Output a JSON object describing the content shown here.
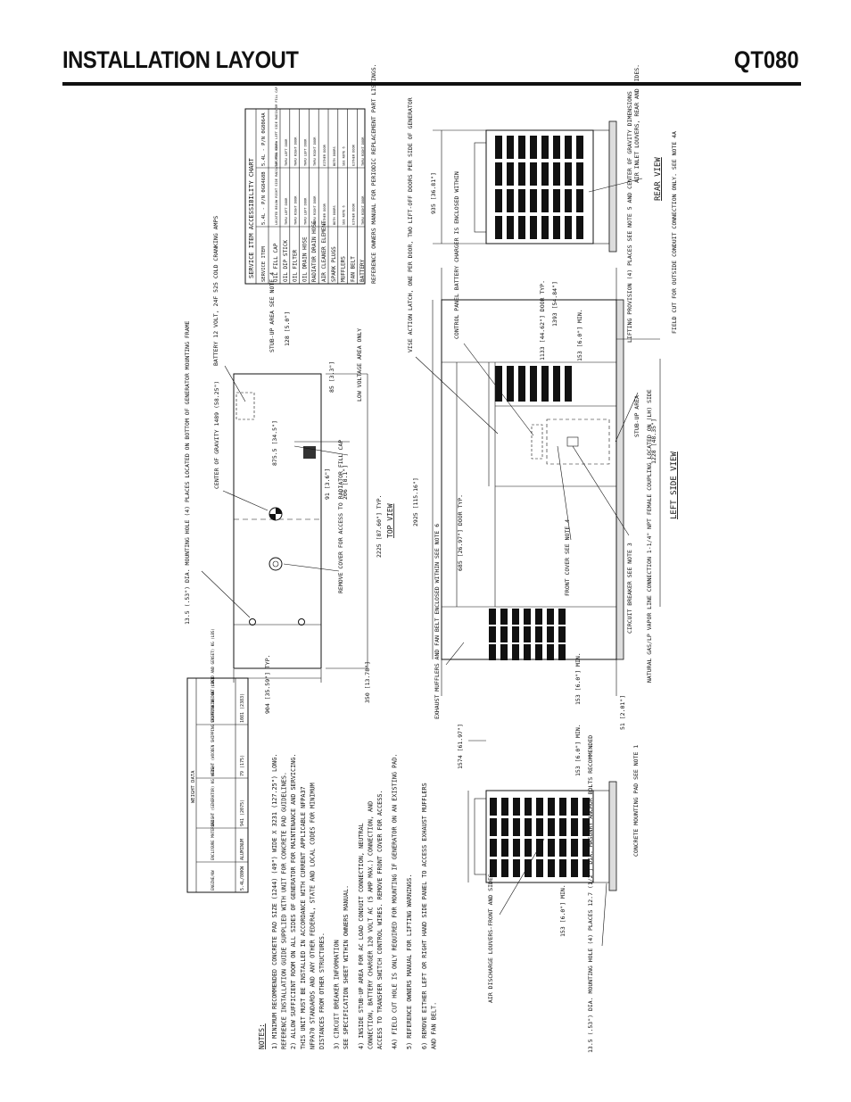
{
  "header": {
    "title": "INSTALLATION LAYOUT",
    "model": "QT080"
  },
  "notes": {
    "heading": "NOTES:",
    "lines": [
      "1)  MINIMUM RECOMMENDED CONCRETE PAD SIZE (1244) (49\") WIDE X 3231 (127.25\") LONG.",
      "     REFERENCE INSTALLATION GUIDE SUPPLIED WITH UNIT FOR CONCRETE PAD GUIDELINES.",
      "2)  ALLOW SUFFICIENT ROOM ON ALL SIDES OF GENERATOR FOR MAINTENANCE AND SERVICING.",
      "     THIS UNIT MUST BE INSTALLED IN ACCORDANCE WITH CURRENT APPLICABLE NFPA37",
      "     NFPA70 STANDARDS AND ANY OTHER FEDERAL, STATE AND LOCAL CODES FOR MINIMUM",
      "     DISTANCES FROM OTHER STRUCTURES.",
      "3)  CIRCUIT BREAKER INFORMATION",
      "     SEE SPECIFICATION SHEET WITHIN OWNERS MANUAL.",
      "4)  INSIDE STUB-UP AREA FOR AC LOAD CONDUIT CONNECTION, NEUTRAL",
      "     CONNECTION, BATTERY CHARGER 120 VOLT AC (5 AMP MAX.) CONNECTION, AND",
      "     ACCESS TO TRANSFER SWITCH CONTROL WIRES. REMOVE FRONT COVER FOR ACCESS.",
      "4A) FIELD CUT HOLE IS ONLY REQUIRED FOR MOUNTING IF GENERATOR ON AN EXISTING PAD.",
      "5)  REFERENCE OWNERS MANUAL FOR LIFTING WARNINGS.",
      "6)  REMOVE EITHER LEFT OR RIGHT HAND SIDE PANEL TO ACCESS EXHAUST MUFFLERS",
      "     AND FAN BELT."
    ]
  },
  "weight_table": {
    "title": "WEIGHT DATA",
    "headers": [
      "ENGINE/KW",
      "ENCLOSURE MATERIAL",
      "WEIGHT (GENERATOR) KG (LBS)",
      "WEIGHT (WOODEN SHIPPING CRATE/SKID) KG (LBS)",
      "SHIPPING WEIGHT (SKID AND GENSET) KG (LBS)"
    ],
    "rows": [
      [
        "5.4L/80KW",
        "ALUMINUM",
        "941 (2075)",
        "79 (175)",
        "1081 (2383)"
      ]
    ]
  },
  "service_table": {
    "title": "SERVICE ITEM ACCESSIBILITY CHART",
    "headers": [
      "SERVICE ITEM",
      "5.4L - P/N 0G8468B",
      "5.4L - P/N 0G8064A"
    ],
    "rows": [
      [
        "OIL FILL CAP",
        "LOCATED BELOW RIGHT SIDE RADIATOR FILL CAP",
        "LOCATED BELOW LEFT SIDE RADIATOR FILL CAP"
      ],
      [
        "OIL DIP STICK",
        "THRU LEFT DOOR",
        "THRU LEFT DOOR"
      ],
      [
        "OIL FILTER",
        "THRU RIGHT DOOR",
        "THRU RIGHT DOOR"
      ],
      [
        "OIL DRAIN HOSE",
        "THRU LEFT DOOR",
        "THRU LEFT DOOR"
      ],
      [
        "RADIATOR DRAIN HOSE",
        "THRU RIGHT DOOR",
        "THRU RIGHT DOOR"
      ],
      [
        "AIR CLEANER ELEMENT",
        "EITHER DOOR",
        "EITHER DOOR"
      ],
      [
        "SPARK PLUGS",
        "BOTH DOORS",
        "BOTH DOORS"
      ],
      [
        "MUFFLERS",
        "SEE NOTE 6",
        "SEE NOTE 6"
      ],
      [
        "FAN BELT",
        "EITHER DOOR",
        "EITHER DOOR"
      ],
      [
        "BATTERY",
        "THRU RIGHT DOOR",
        "THRU RIGHT DOOR"
      ]
    ],
    "footnote": "REFERENCE OWNERS MANUAL FOR PERIODIC REPLACEMENT PART LISTINGS."
  },
  "labels": {
    "mounting_hole": "13.5 (.53\") DIA. MOUNTING HOLE (4) PLACES LOCATED ON BOTTOM OF GENERATOR MOUNTING FRAME",
    "cog": "CENTER OF GRAVITY 1489 (58.25\")",
    "battery": "BATTERY 12 VOLT, 24F 525 COLD CRANKING AMPS",
    "stub_up_4": "STUB-UP AREA SEE NOTE 4",
    "low_voltage": "LOW VOLTAGE AREA ONLY",
    "remove_cover": "REMOVE COVER FOR ACCESS TO RADIATOR FILL CAP",
    "vise_latch": "VISE ACTION LATCH, ONE PER DOOR, TWO LIFT-OFF DOORS PER SIDE OF GENERATOR",
    "control_panel": "CONTROL PANEL BATTERY CHARGER IS ENCLOSED WITHIN",
    "front_cover": "FRONT COVER SEE NOTE 4",
    "circuit_breaker": "CIRCUIT BREAKER SEE NOTE 3",
    "gas_line": "NATURAL GAS/LP VAPOR LINE CONNECTION 1-1/4\" NPT FEMALE COUPLING LOCATED ON (LH) SIDE",
    "exhaust": "EXHAUST MUFFLERS AND FAN BELT ENCLOSED WITHIN SEE NOTE 6",
    "lifting": "LIFTING PROVISION (4) PLACES SEE NOTE 5 AND CENTER OF GRAVITY DIMENSIONS",
    "field_cut": "FIELD CUT FOR OUTSIDE CONDUIT CONNECTION ONLY. SEE NOTE 4A",
    "stub_up_l": "STUB-UP AREA",
    "air_inlet": "AIR INLET LOUVERS, REAR AND SIDES.",
    "air_discharge": "AIR DISCHARGE LOUVERS-FRONT AND SIDES",
    "mount_hole_2": "13.5 (.53\") DIA. MOUNTING HOLE (4) PLACES 12.7 (1/2\") DIA. MASONRY ANCHOR BOLTS RECOMMENDED",
    "pad": "CONCRETE MOUNTING PAD SEE NOTE 1"
  },
  "views": {
    "top": "TOP VIEW",
    "left": "LEFT SIDE VIEW",
    "rear": "REAR VIEW",
    "front": ""
  },
  "dims": {
    "d904": "904 [35.59\"] TYP.",
    "d350": "350 [13.78\"]",
    "d2225": "2225 [87.60\"] TYP.",
    "d8755": "875.5 [34.5\"]",
    "d85": "85 [3.3\"]",
    "d128": "128 [5.0\"]",
    "d91": "91 [3.6\"]",
    "d206": "206 [8.1\"]",
    "d2925": "2925 [115.16\"]",
    "d685": "685 [26.97\"] DOOR TYP.",
    "d1133": "1133 [44.62\"] DOOR TYP.",
    "d1393": "1393 [54.84\"]",
    "d153a": "153 [6.0\"] MIN.",
    "d1228": "1228 [48.35\"]",
    "d153b": "153 [6.0\"] MIN.",
    "d51": "51 [2.01\"]",
    "d935": "935 [36.81\"]",
    "d1574": "1574 [61.97\"]",
    "d153c": "153 [6.0\"] MIN.",
    "d153d": "153 [6.0\"] MIN."
  }
}
